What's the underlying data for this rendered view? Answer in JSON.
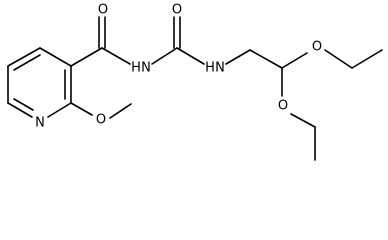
{
  "molecule": {
    "atoms": {
      "O_carbonyl_1": "O",
      "O_carbonyl_2": "O",
      "N_amide_1": "N",
      "H_amide_1": "H",
      "N_amide_2": "N",
      "H_amide_2": "H",
      "N_pyridine": "N",
      "O_methoxy": "O",
      "O_ethoxy_1": "O",
      "O_ethoxy_2": "O"
    }
  }
}
